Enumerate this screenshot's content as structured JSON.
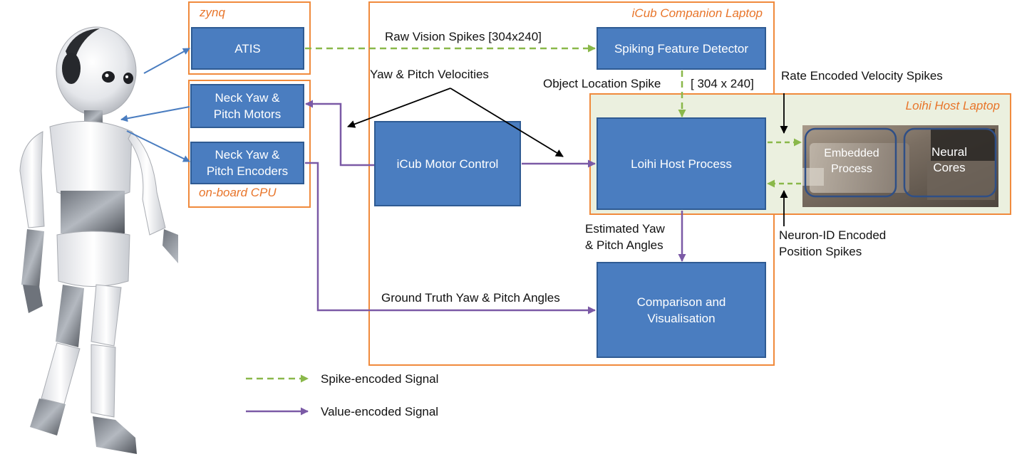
{
  "colors": {
    "container_border": "#f08a3c",
    "container_title": "#e8752a",
    "block_fill": "#4a7dc0",
    "block_border": "#2f5b93",
    "spike_signal": "#8ab84a",
    "value_signal": "#7b5aa6",
    "host_fill": "#ebf0df",
    "pointer": "#000000",
    "robot_link": "#4a7dc0"
  },
  "containers": {
    "zynq": "zynq",
    "onboard": "on-board CPU",
    "companion": "iCub Companion Laptop",
    "loihi_host": "Loihi Host Laptop"
  },
  "blocks": {
    "atis": "ATIS",
    "neck_motors": "Neck Yaw &\nPitch Motors",
    "neck_encoders": "Neck Yaw &\nPitch Encoders",
    "spiking_detector": "Spiking Feature Detector",
    "motor_control": "iCub Motor Control",
    "loihi_process": "Loihi Host Process",
    "comparison": "Comparison and\nVisualisation"
  },
  "chip": {
    "embedded": "Embedded\nProcess",
    "neural": "Neural\nCores"
  },
  "labels": {
    "raw_vision": "Raw Vision Spikes [304x240]",
    "yaw_pitch_velocities": "Yaw & Pitch Velocities",
    "object_location": "Object Location Spike",
    "grid_size": "[ 304 x 240]",
    "rate_encoded": "Rate Encoded Velocity Spikes",
    "estimated_angles": "Estimated Yaw\n& Pitch Angles",
    "neuron_id": "Neuron-ID Encoded\nPosition Spikes",
    "ground_truth": "Ground Truth Yaw & Pitch Angles"
  },
  "legend": {
    "spike": "Spike-encoded Signal",
    "value": "Value-encoded Signal"
  },
  "icons": {
    "robot": "humanoid-robot-icon",
    "chip": "loihi-chip-photo"
  }
}
